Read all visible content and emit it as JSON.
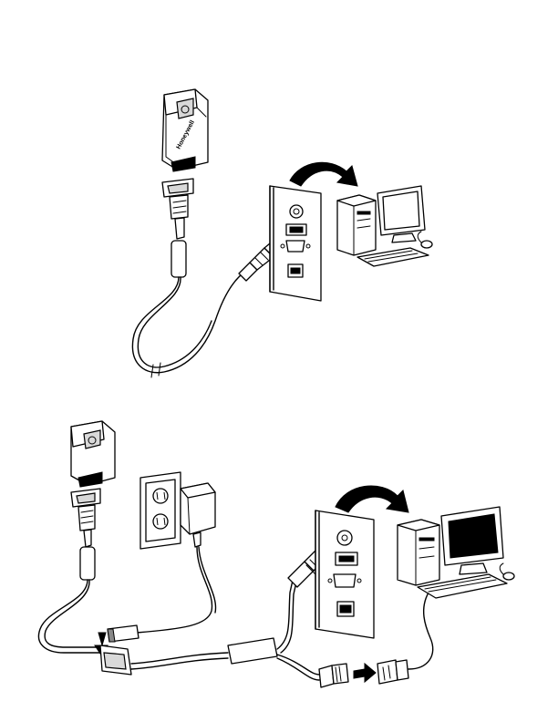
{
  "scanner_brand_text": "Honeywell",
  "diagrams": {
    "usb": {
      "device": "scanner",
      "connection": "usb",
      "target": "computer"
    },
    "keyboard_wedge": {
      "device": "scanner",
      "connection": "keyboard-wedge",
      "target": "computer",
      "power": "wall-adapter"
    }
  }
}
